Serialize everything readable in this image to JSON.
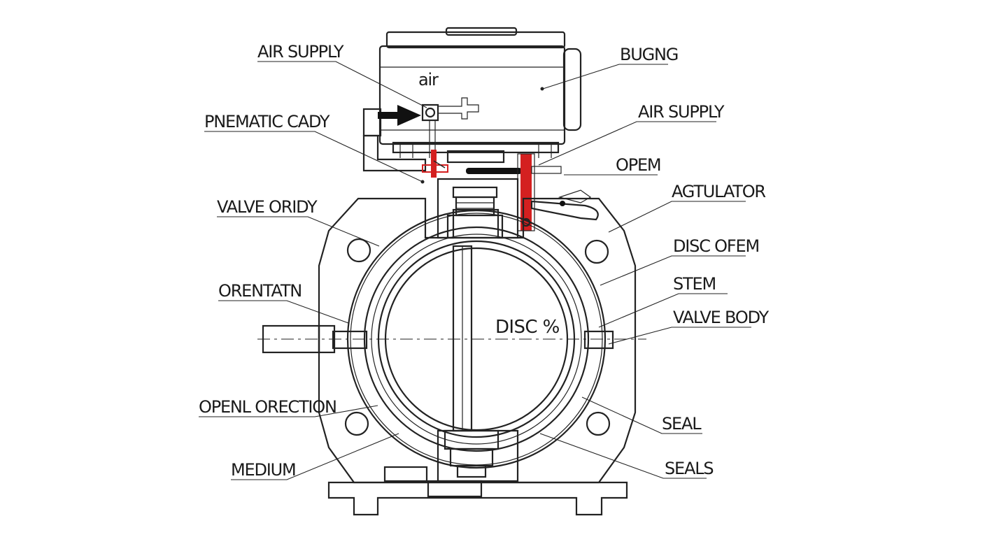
{
  "labels": {
    "air_supply_top": "AIR SUPPLY",
    "pnematic_cady": "PNEMATIC CADY",
    "valve_oridy": "VALVE ORIDY",
    "orentatn": "ORENTATN",
    "openl_orection": "OPENL ORECTION",
    "medium": "MEDIUM",
    "bugng": "BUGNG",
    "air_supply_right": "AIR SUPPLY",
    "opem": "OPEM",
    "agtulator": "AGTULATOR",
    "disc_ofem": "DISC OFEM",
    "stem": "STEM",
    "valve_body": "VALVE BODY",
    "seal": "SEAL",
    "seals": "SEALS",
    "air": "air",
    "disc": "DISC %"
  },
  "colors": {
    "line": "#222222",
    "accent_red": "#d42020",
    "hatch": "#555555",
    "background": "#ffffff"
  }
}
